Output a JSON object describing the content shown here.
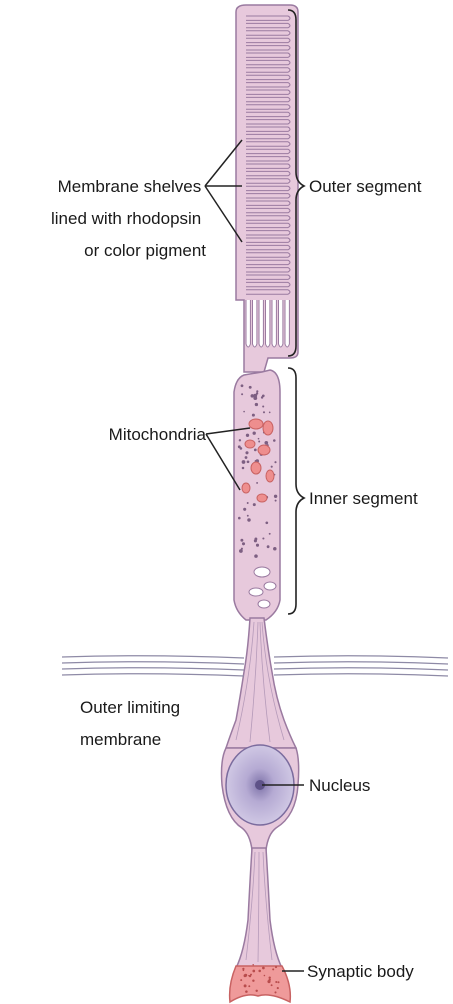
{
  "labels": {
    "membrane_shelves": [
      "Membrane shelves",
      "lined with rhodopsin",
      "or color pigment"
    ],
    "outer_segment": "Outer segment",
    "mitochondria": "Mitochondria",
    "inner_segment": "Inner segment",
    "outer_limiting_membrane": [
      "Outer limiting",
      "membrane"
    ],
    "nucleus": "Nucleus",
    "synaptic_body": "Synaptic body"
  },
  "colors": {
    "cell_fill": "#e7c9dc",
    "cell_stroke": "#9a7aa0",
    "nucleus_fill": "#bfb8d8",
    "mitochondria": "#ee8e8e",
    "synaptic_fill": "#ef9a9a",
    "lines": "#222222"
  }
}
